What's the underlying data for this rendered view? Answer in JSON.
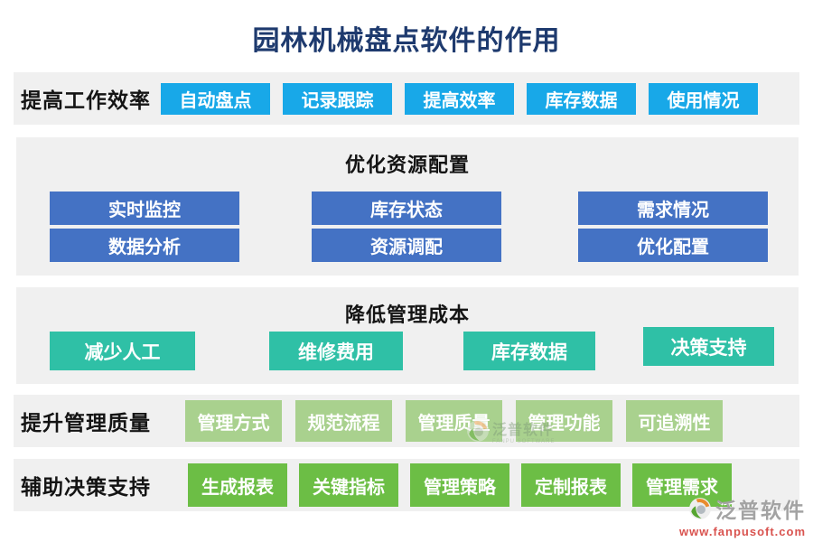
{
  "title": "园林机械盘点软件的作用",
  "rows": {
    "efficiency": {
      "label": "提高工作效率",
      "buttons": [
        "自动盘点",
        "记录跟踪",
        "提高效率",
        "库存数据",
        "使用情况"
      ]
    },
    "resource": {
      "title": "优化资源配置",
      "row1": [
        "实时监控",
        "库存状态",
        "需求情况"
      ],
      "row2": [
        "数据分析",
        "资源调配",
        "优化配置"
      ]
    },
    "cost": {
      "title": "降低管理成本",
      "buttons": [
        "减少人工",
        "维修费用",
        "库存数据",
        "决策支持"
      ]
    },
    "quality": {
      "label": "提升管理质量",
      "buttons": [
        "管理方式",
        "规范流程",
        "管理质量",
        "管理功能",
        "可追溯性"
      ]
    },
    "decision": {
      "label": "辅助决策支持",
      "buttons": [
        "生成报表",
        "关键指标",
        "管理策略",
        "定制报表",
        "管理需求"
      ]
    }
  },
  "watermark": {
    "brand": "泛普软件",
    "brand_en": "FANPU SOFTWARE",
    "url": "www.fanpusoft.com"
  },
  "colors": {
    "title_text": "#1e3a6e",
    "cyan_chip": "#18a8e8",
    "blue_chip": "#4472c4",
    "teal_chip": "#2fc0a6",
    "light_green_chip": "#a9d18e",
    "green_chip": "#6cbe45",
    "panel_bg": "#f0f0f0",
    "watermark_url_text": "#d9534f"
  }
}
